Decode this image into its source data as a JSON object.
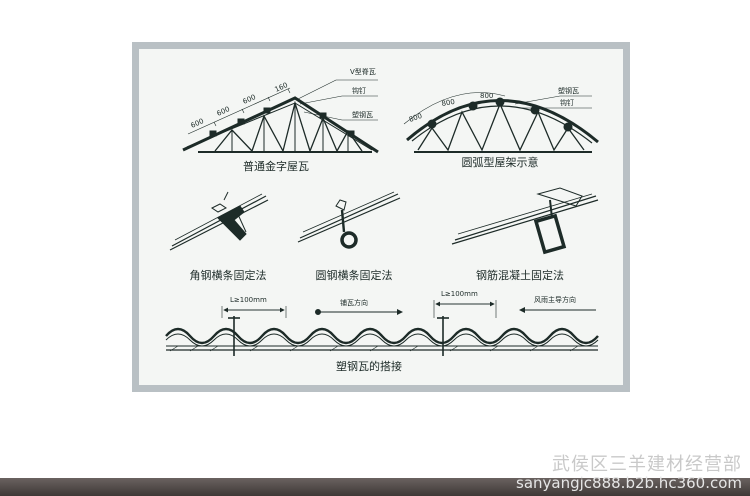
{
  "diagram": {
    "panel1": {
      "caption": "普通金字屋瓦",
      "dims": [
        "600",
        "600",
        "600",
        "160"
      ],
      "callouts": [
        "V型脊瓦",
        "钩钉",
        "塑钢瓦"
      ]
    },
    "panel2": {
      "caption": "圆弧型屋架示意",
      "dims": [
        "800",
        "800",
        "800"
      ],
      "callouts": [
        "塑钢瓦",
        "钩钉"
      ]
    },
    "panel3": {
      "caption": "角钢横条固定法"
    },
    "panel4": {
      "caption": "圆钢横条固定法"
    },
    "panel5": {
      "caption": "钢筋混凝土固定法"
    },
    "panel6": {
      "caption": "塑钢瓦的搭接",
      "overlap_left": "L≥100mm",
      "overlap_right": "L≥100mm",
      "direction_lay": "铺瓦方向",
      "direction_wind": "风雨主导方向"
    }
  },
  "watermark": {
    "line1": "武侯区三羊建材经营部",
    "line2": "sanyangjc888.b2b.hc360.com"
  },
  "colors": {
    "ink": "#1d2b28",
    "frame": "#b9c0c4",
    "panel": "#f4f6f4"
  }
}
